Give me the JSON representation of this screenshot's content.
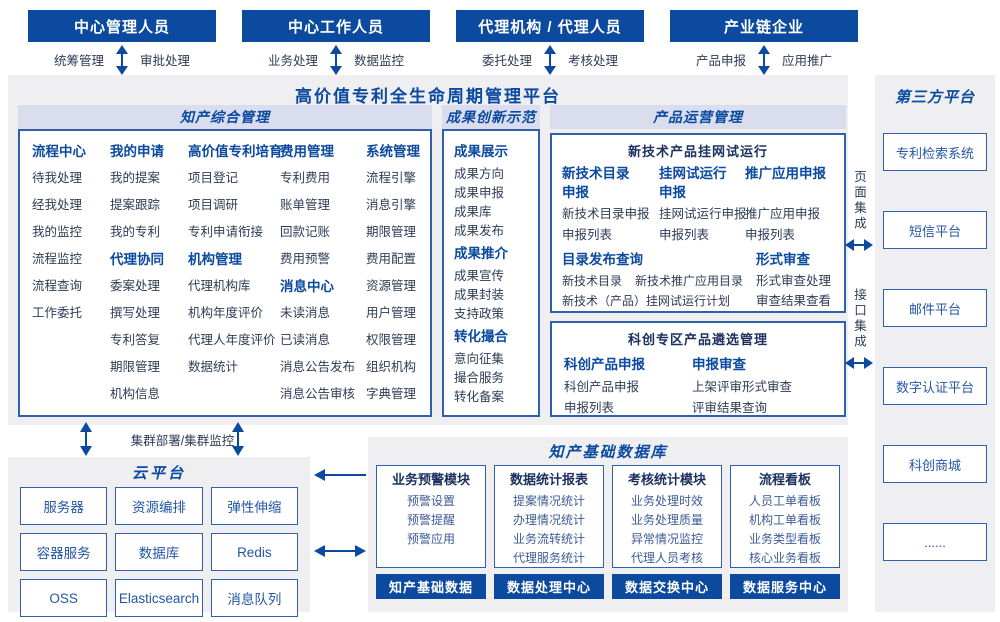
{
  "colors": {
    "blue": "#0b4a9f",
    "border": "#2f5fad",
    "navy": "#1d3160",
    "ink": "#2e3c55",
    "mid": "#3d5c96",
    "cellblue": "#2456a5",
    "panel": "#efeff2",
    "band": "#d9ddee"
  },
  "roles": [
    {
      "label": "中心管理人员",
      "left": "统筹管理",
      "right": "审批处理"
    },
    {
      "label": "中心工作人员",
      "left": "业务处理",
      "right": "数据监控"
    },
    {
      "label": "代理机构 / 代理人员",
      "left": "委托处理",
      "right": "考核处理"
    },
    {
      "label": "产业链企业",
      "left": "产品申报",
      "right": "应用推广"
    }
  ],
  "platform": {
    "title": "高价值专利全生命周期管理平台"
  },
  "ipm": {
    "title": "知产综合管理",
    "col1": [
      {
        "t": "流程中心",
        "h": true
      },
      {
        "t": "待我处理"
      },
      {
        "t": "经我处理"
      },
      {
        "t": "我的监控"
      },
      {
        "t": "流程监控"
      },
      {
        "t": "流程查询"
      },
      {
        "t": "工作委托"
      }
    ],
    "col2": [
      {
        "t": "我的申请",
        "h": true
      },
      {
        "t": "我的提案"
      },
      {
        "t": "提案跟踪"
      },
      {
        "t": "我的专利"
      },
      {
        "t": "代理协同",
        "h": true
      },
      {
        "t": "委案处理"
      },
      {
        "t": "撰写处理"
      },
      {
        "t": "专利答复"
      },
      {
        "t": "期限管理"
      },
      {
        "t": "机构信息"
      }
    ],
    "col3": [
      {
        "t": "高价值专利培育",
        "h": true
      },
      {
        "t": "项目登记"
      },
      {
        "t": "项目调研"
      },
      {
        "t": "专利申请衔接"
      },
      {
        "t": "机构管理",
        "h": true
      },
      {
        "t": "代理机构库"
      },
      {
        "t": "机构年度评价"
      },
      {
        "t": "代理人年度评价"
      },
      {
        "t": "数据统计"
      }
    ],
    "col4": [
      {
        "t": "费用管理",
        "h": true
      },
      {
        "t": "专利费用"
      },
      {
        "t": "账单管理"
      },
      {
        "t": "回款记账"
      },
      {
        "t": "费用预警"
      },
      {
        "t": "消息中心",
        "h": true
      },
      {
        "t": "未读消息"
      },
      {
        "t": "已读消息"
      },
      {
        "t": "消息公告发布"
      },
      {
        "t": "消息公告审核"
      }
    ],
    "col5": [
      {
        "t": "系统管理",
        "h": true
      },
      {
        "t": "流程引擎"
      },
      {
        "t": "消息引擎"
      },
      {
        "t": "期限管理"
      },
      {
        "t": "费用配置"
      },
      {
        "t": "资源管理"
      },
      {
        "t": "用户管理"
      },
      {
        "t": "权限管理"
      },
      {
        "t": "组织机构"
      },
      {
        "t": "字典管理"
      }
    ]
  },
  "achievement": {
    "title": "成果创新示范",
    "items": [
      {
        "t": "成果展示",
        "h": true
      },
      {
        "t": "成果方向"
      },
      {
        "t": "成果申报"
      },
      {
        "t": "成果库"
      },
      {
        "t": "成果发布"
      },
      {
        "t": "成果推介",
        "h": true
      },
      {
        "t": "成果宣传"
      },
      {
        "t": "成果封装"
      },
      {
        "t": "支持政策"
      },
      {
        "t": "转化撮合",
        "h": true
      },
      {
        "t": "意向征集"
      },
      {
        "t": "撮合服务"
      },
      {
        "t": "转化备案"
      }
    ]
  },
  "product": {
    "title": "产品运营管理",
    "box1": {
      "title": "新技术产品挂网试运行",
      "groups": [
        {
          "title": "新技术目录\n申报",
          "items": [
            "新技术目录申报",
            "申报列表"
          ]
        },
        {
          "title": "挂网试运行\n申报",
          "items": [
            "挂网试运行申报",
            "申报列表"
          ]
        },
        {
          "title": "推广应用申报",
          "items": [
            "推广应用申报",
            "申报列表"
          ]
        }
      ],
      "catalog": {
        "title": "目录发布查询",
        "item1": "新技术目录",
        "item2": "新技术推广应用目录",
        "item3": "新技术（产品）挂网试运行计划"
      },
      "review": {
        "title": "形式审查",
        "items": [
          "形式审查处理",
          "审查结果查看"
        ]
      }
    },
    "box2": {
      "title": "科创专区产品遴选管理",
      "groups": [
        {
          "title": "科创产品申报",
          "items": [
            "科创产品申报",
            "申报列表"
          ]
        },
        {
          "title": "申报审查",
          "items": [
            "上架评审形式审查",
            "评审结果查询"
          ]
        }
      ]
    }
  },
  "cluster_label": "集群部署/集群监控",
  "cloud": {
    "title": "云平台",
    "cells": [
      "服务器",
      "资源编排",
      "弹性伸缩",
      "容器服务",
      "数据库",
      "Redis",
      "OSS",
      "Elasticsearch",
      "消息队列"
    ]
  },
  "database": {
    "title": "知产基础数据库",
    "modules": [
      {
        "title": "业务预警模块",
        "items": [
          "预警设置",
          "预警提醒",
          "预警应用"
        ]
      },
      {
        "title": "数据统计报表",
        "items": [
          "提案情况统计",
          "办理情况统计",
          "业务流转统计",
          "代理服务统计"
        ]
      },
      {
        "title": "考核统计模块",
        "items": [
          "业务处理时效",
          "业务处理质量",
          "异常情况监控",
          "代理人员考核"
        ]
      },
      {
        "title": "流程看板",
        "items": [
          "人员工单看板",
          "机构工单看板",
          "业务类型看板",
          "核心业务看板"
        ]
      }
    ],
    "buttons": [
      "知产基础数据",
      "数据处理中心",
      "数据交换中心",
      "数据服务中心"
    ]
  },
  "integration": {
    "page": "页面集成",
    "api": "接口集成"
  },
  "thirdparty": {
    "title": "第三方平台",
    "items": [
      "专利检索系统",
      "短信平台",
      "邮件平台",
      "数字认证平台",
      "科创商城",
      "......"
    ]
  }
}
